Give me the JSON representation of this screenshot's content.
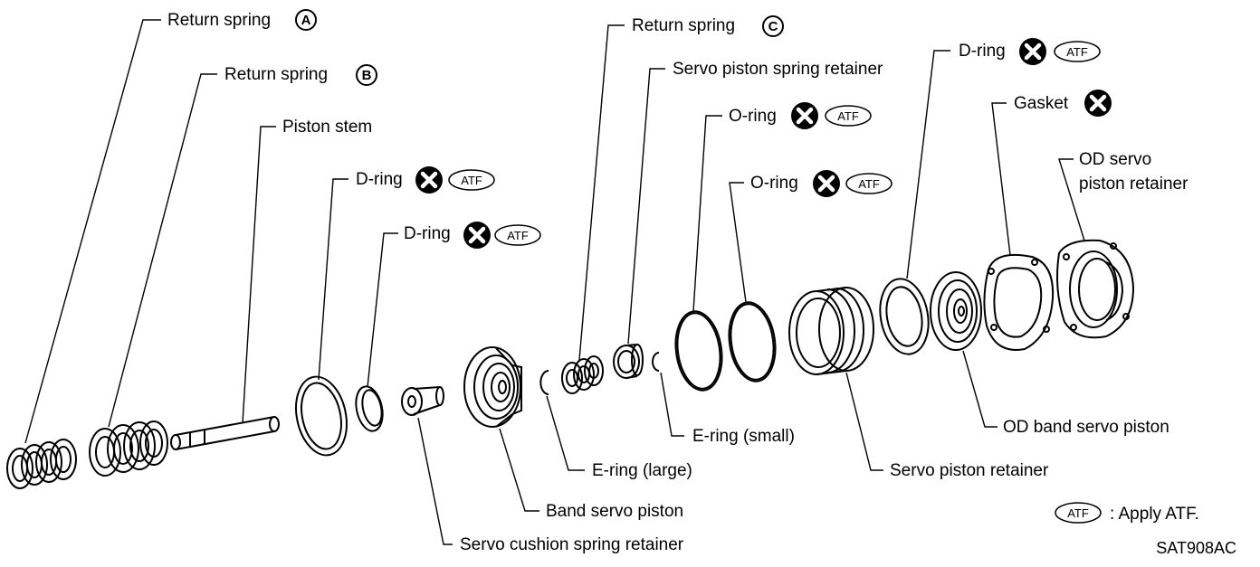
{
  "figure_code": "SAT908AC",
  "atf_symbol": "ATF",
  "legend": {
    "text": ": Apply ATF."
  },
  "labels": [
    {
      "id": "return-spring-a",
      "text": "Return spring",
      "badge": "A",
      "replace": false,
      "atf": false
    },
    {
      "id": "return-spring-b",
      "text": "Return spring",
      "badge": "B",
      "replace": false,
      "atf": false
    },
    {
      "id": "piston-stem",
      "text": "Piston stem",
      "replace": false,
      "atf": false
    },
    {
      "id": "d-ring-1",
      "text": "D-ring",
      "replace": true,
      "atf": true
    },
    {
      "id": "d-ring-2",
      "text": "D-ring",
      "replace": true,
      "atf": true
    },
    {
      "id": "servo-cushion-spring-retainer",
      "text": "Servo cushion spring retainer",
      "replace": false,
      "atf": false
    },
    {
      "id": "band-servo-piston",
      "text": "Band servo piston",
      "replace": false,
      "atf": false
    },
    {
      "id": "e-ring-large",
      "text": "E-ring (large)",
      "replace": false,
      "atf": false
    },
    {
      "id": "return-spring-c",
      "text": "Return spring",
      "badge": "C",
      "replace": false,
      "atf": false
    },
    {
      "id": "servo-piston-spring-retainer",
      "text": "Servo piston spring retainer",
      "replace": false,
      "atf": false
    },
    {
      "id": "e-ring-small",
      "text": "E-ring (small)",
      "replace": false,
      "atf": false
    },
    {
      "id": "o-ring-1",
      "text": "O-ring",
      "replace": true,
      "atf": true
    },
    {
      "id": "o-ring-2",
      "text": "O-ring",
      "replace": true,
      "atf": true
    },
    {
      "id": "servo-piston-retainer",
      "text": "Servo piston retainer",
      "replace": false,
      "atf": false
    },
    {
      "id": "d-ring-3",
      "text": "D-ring",
      "replace": true,
      "atf": true
    },
    {
      "id": "od-band-servo-piston",
      "text": "OD band servo piston",
      "replace": false,
      "atf": false
    },
    {
      "id": "gasket",
      "text": "Gasket",
      "replace": true,
      "atf": false
    },
    {
      "id": "od-servo-piston-retainer",
      "lines": [
        "OD servo",
        "piston retainer"
      ],
      "replace": false,
      "atf": false
    }
  ]
}
